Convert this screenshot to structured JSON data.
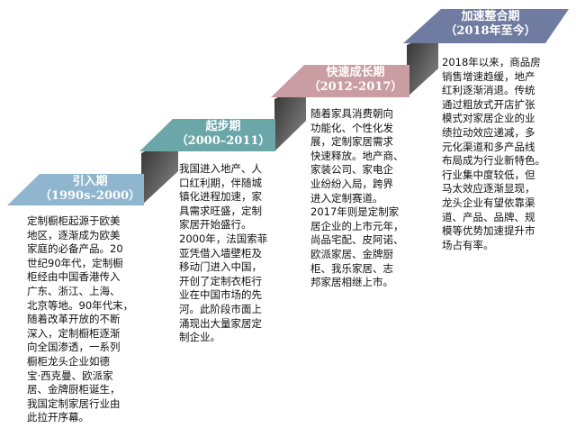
{
  "colors": {
    "stage1": "#8fb5cf",
    "stage2": "#6ba6a9",
    "stage3": "#c99da1",
    "stage4": "#6f7ba0",
    "step": "#4a4a4a"
  },
  "stages": [
    {
      "name": "引入期",
      "period": "（1990s–2000）",
      "lines": [
        "定制橱柜起源于欧美",
        "地区，逐渐成为欧美",
        "家庭的必备产品。20",
        "世纪90年代，定制橱",
        "柜经由中国香港传入",
        "广东、浙江、上海、",
        "北京等地。90年代末，",
        "随着改革开放的不断",
        "深入，定制橱柜逐渐",
        "向全国渗透，一系列",
        "橱柜龙头企业如德",
        "宝·西克曼、欧派家",
        "居、金牌厨柜诞生，",
        "我国定制家居行业由",
        "此拉开序幕。"
      ]
    },
    {
      "name": "起步期",
      "period": "（2000–2011）",
      "lines": [
        "我国进入地产、人",
        "口红利期，伴随城",
        "镇化进程加速，家",
        "具需求旺盛，定制",
        "家居开始盛行。",
        "2000年，法国索菲",
        "亚凭借入墙壁柜及",
        "移动门进入中国，",
        "开创了定制衣柜行",
        "业在中国市场的先",
        "河。此阶段市面上",
        "涌现出大量家居定",
        "制企业。"
      ]
    },
    {
      "name": "快速成长期",
      "period": "（2012–2017）",
      "lines": [
        "随着家具消费朝向",
        "功能化、个性化发",
        "展，定制家居需求",
        "快速释放。地产商、",
        "家装公司、家电企",
        "业纷纷入局，跨界",
        "进入定制赛道。",
        "2017年则是定制家",
        "居企业的上市元年，",
        "尚品宅配、皮阿诺、",
        "欧派家居、金牌厨",
        "柜、我乐家居、志",
        "邦家居相继上市。"
      ]
    },
    {
      "name": "加速整合期",
      "period": "（2018年至今）",
      "lines": [
        "2018年以来，商品房",
        "销售增速趋缓，地产",
        "红利逐渐消退。传统",
        "通过粗放式开店扩张",
        "模式对家居企业的业",
        "绩拉动效应递减，多",
        "元化渠道和多产品线",
        "布局成为行业新特色。",
        "行业集中度较低，但",
        "马太效应逐渐显现，",
        "龙头企业有望依靠渠",
        "道、产品、品牌、规",
        "模等优势加速提升市",
        "场占有率。"
      ]
    }
  ]
}
